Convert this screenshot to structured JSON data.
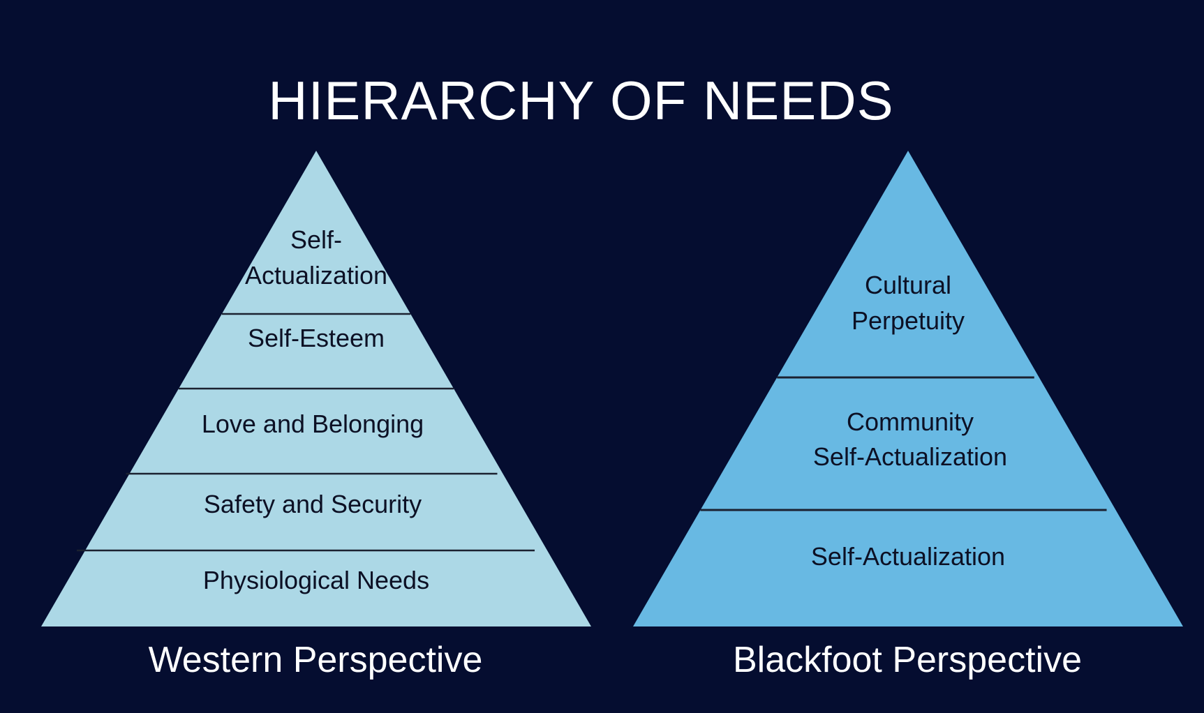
{
  "title": "HIERARCHY OF NEEDS",
  "colors": {
    "background": "#050d30",
    "western_fill": "#acd8e6",
    "blackfoot_fill": "#68b9e3",
    "divider": "#1b2130",
    "text_light": "#ffffff",
    "text_dark": "#0c1024"
  },
  "western": {
    "caption": "Western Perspective",
    "levels": [
      {
        "lines": [
          "Self-",
          "Actualization"
        ]
      },
      {
        "lines": [
          "Self-Esteem"
        ]
      },
      {
        "lines": [
          "Love and Belonging"
        ]
      },
      {
        "lines": [
          "Safety and Security"
        ]
      },
      {
        "lines": [
          "Physiological Needs"
        ]
      }
    ]
  },
  "blackfoot": {
    "caption": "Blackfoot Perspective",
    "levels": [
      {
        "lines": [
          "Cultural",
          "Perpetuity"
        ]
      },
      {
        "lines": [
          "Community",
          "Self-Actualization"
        ]
      },
      {
        "lines": [
          "Self-Actualization"
        ]
      }
    ]
  }
}
